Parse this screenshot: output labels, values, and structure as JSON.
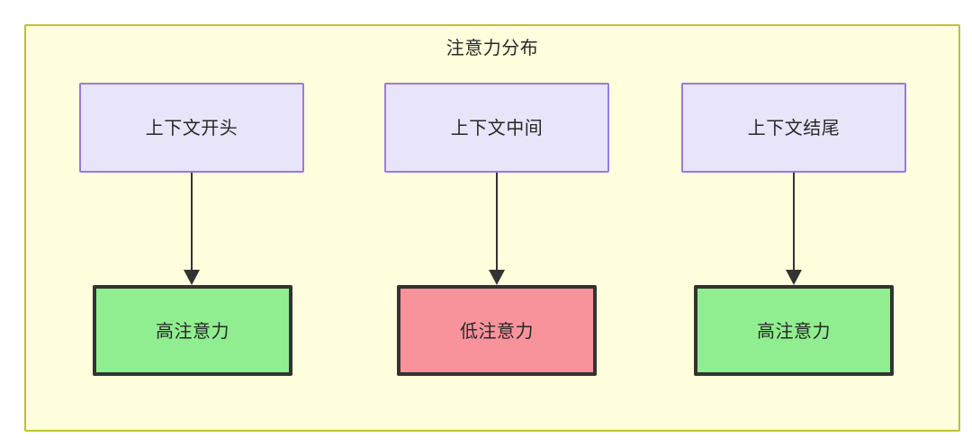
{
  "diagram": {
    "title": "注意力分布",
    "colors": {
      "container_fill": "#ffffdd",
      "container_border": "#bfbf30",
      "context_fill": "#e8e5fb",
      "context_border": "#9a79e0",
      "high_attention_fill": "#90ee90",
      "low_attention_fill": "#f9939b",
      "node_border": "#333333",
      "edge": "#333333",
      "text": "#272727"
    },
    "context_nodes": [
      {
        "label": "上下文开头"
      },
      {
        "label": "上下文中间"
      },
      {
        "label": "上下文结尾"
      }
    ],
    "attention_nodes": [
      {
        "label": "高注意力",
        "level": "high"
      },
      {
        "label": "低注意力",
        "level": "low"
      },
      {
        "label": "高注意力",
        "level": "high"
      }
    ],
    "edges": [
      {
        "from": "上下文开头",
        "to": "高注意力"
      },
      {
        "from": "上下文中间",
        "to": "低注意力"
      },
      {
        "from": "上下文结尾",
        "to": "高注意力"
      }
    ]
  }
}
